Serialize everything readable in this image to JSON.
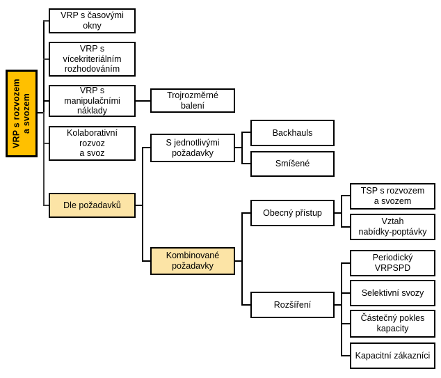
{
  "diagram": {
    "title": "VRP s rozvozem a svozem - klasifikace",
    "colors": {
      "root_fill": "#FFC000",
      "highlight_fill": "#FCE4A6",
      "node_fill": "#FFFFFF",
      "border": "#000000",
      "connector": "#3F3F3F"
    },
    "nodes": {
      "root": "VRP s rozvozem\na svozem",
      "vrp_time_windows": "VRP s časovými okny",
      "vrp_multicriteria": "VRP s vícekriteriálním\nrozhodováním",
      "vrp_handling_costs": "VRP s manipulačními\nnáklady",
      "collaborative": "Kolaborativní rozvoz\na svoz",
      "by_requirements": "Dle požadavků",
      "three_dim_packing": "Trojrozměrné balení",
      "single_requirements": "S jednotlivými\npožadavky",
      "backhauls": "Backhauls",
      "mixed": "Smíšené",
      "combined_requirements": "Kombinované\npožadavky",
      "general_approach": "Obecný přístup",
      "extensions": "Rozšíření",
      "tsp_pickup_delivery": "TSP s rozvozem\na svozem",
      "supply_demand_relation": "Vztah\nnabídky-poptávky",
      "periodic_vrpspd": "Periodický VRPSPD",
      "selective_pickups": "Selektivní svozy",
      "partial_capacity_drop": "Částečný pokles\nkapacity",
      "capacitated_customers": "Kapacitní zákazníci"
    },
    "hierarchy": {
      "root_children": [
        "vrp_time_windows",
        "vrp_multicriteria",
        "vrp_handling_costs",
        "collaborative",
        "by_requirements"
      ],
      "vrp_handling_costs_children": [
        "three_dim_packing"
      ],
      "by_requirements_children": [
        "single_requirements",
        "combined_requirements"
      ],
      "single_requirements_children": [
        "backhauls",
        "mixed"
      ],
      "combined_requirements_children": [
        "general_approach",
        "extensions"
      ],
      "general_approach_children": [
        "tsp_pickup_delivery",
        "supply_demand_relation"
      ],
      "extensions_children": [
        "periodic_vrpspd",
        "selective_pickups",
        "partial_capacity_drop",
        "capacitated_customers"
      ]
    }
  }
}
